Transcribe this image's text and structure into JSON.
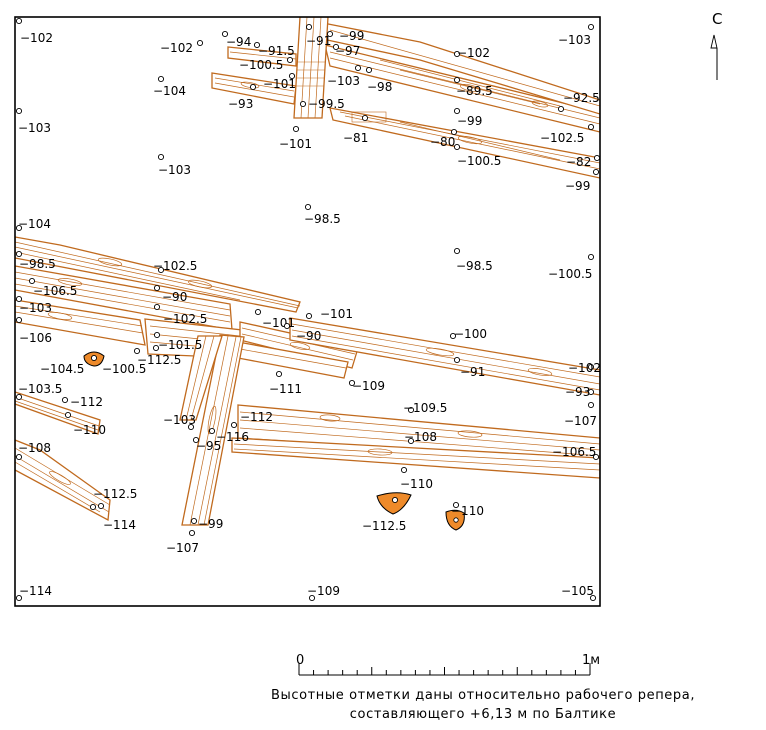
{
  "map": {
    "north_letter": "С",
    "scale": {
      "start": "0",
      "end": "1м"
    },
    "note_line1": "Высотные отметки даны относительно рабочего репера,",
    "note_line2": "составляющего +6,13 м по Балтике"
  },
  "elevations": [
    "-102",
    "-102",
    "-94",
    "-91.5",
    "-91",
    "-99",
    "-97",
    "-100.5",
    "-102",
    "-103",
    "-104",
    "-93",
    "-101",
    "-103",
    "-98",
    "-89.5",
    "-92.5",
    "-99.5",
    "-103",
    "-101",
    "-81",
    "-99",
    "-80",
    "-102.5",
    "-100.5",
    "-82",
    "-99",
    "-103",
    "-98.5",
    "-104",
    "-98.5",
    "-102.5",
    "-98.5",
    "-100.5",
    "-106.5",
    "-90",
    "-103",
    "-102.5",
    "-101",
    "-101",
    "-90",
    "-100",
    "-106",
    "-101.5",
    "-104.5",
    "-100.5",
    "-112.5",
    "-102",
    "-91",
    "-111",
    "-109",
    "-93",
    "-103.5",
    "-112",
    "-109.5",
    "-107",
    "-110",
    "-103",
    "-112",
    "-116",
    "-108",
    "-95",
    "-108",
    "-106.5",
    "-110",
    "-112.5",
    "-110",
    "-112.5",
    "-114",
    "-99",
    "-107",
    "-114",
    "-109",
    "-105"
  ],
  "colors": {
    "wood": "#c06a1e",
    "stone": "#ee8a2a",
    "ink": "#000000"
  }
}
